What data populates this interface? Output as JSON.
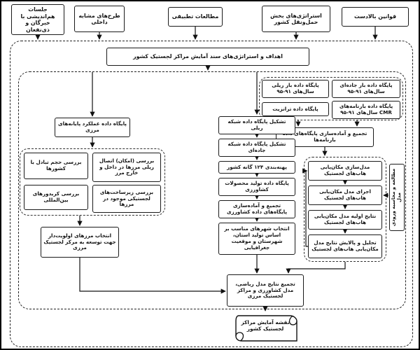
{
  "top_row": {
    "meetings": "جلسات هم‌اندیشی با خبرگان و ذی‌نفعان",
    "similar_projects": "طرح‌های مشابه داخلی",
    "comparative_studies": "مطالعات تطبیقی",
    "transport_strategies": "استراتژی‌های بخش حمل‌ونقل کشور",
    "upstream_laws": "قوانین بالادست"
  },
  "goals": "اهداف و استراتژی‌های سند آمایش مراکز لجستیک کشور",
  "freight": {
    "road_db": "پایگاه داده بار جاده‌ای سال‌های ۹۱-۹۵",
    "rail_db": "پایگاه داده بار ریلی سال‌های ۹۱-۹۵",
    "cmr_db": "پایگاه داده بارنامه‌های CMR سال‌های ۹۱-۹۵",
    "transit_db": "پایگاه داده ترانزیت",
    "aggregate": "تجمیع و آماده‌سازی پایگاه‌های داده بارنامه‌ها"
  },
  "network": {
    "rail_network": "تشکیل پایگاه داده شبکه ریلی",
    "road_network": "تشکیل پایگاه داده شبکه جاده‌ای",
    "zoning": "پهنه‌بندی ۱۲۴ گانه کشور",
    "agri_db": "پایگاه داده تولید محصولات کشاورزی",
    "agri_aggregate": "تجمیع و آماده‌سازی پایگاه‌های داده کشاورزی",
    "city_selection": "انتخاب شهرهای مناسب بر اساس تولید استان، شهرستان و موقعیت جغرافیایی"
  },
  "border": {
    "terminals_db": "پایگاه داده عملکرد پایانه‌های مرزی",
    "rail_connection": "بررسی (امکان) اتصال ریلی مرزها در داخل و خارج مرز",
    "exchange_volume": "بررسی حجم تبادل با کشورها",
    "infrastructure": "بررسی زیرساخت‌های لجستیکی موجود در مرزها",
    "corridors": "بررسی کریدورهای بین‌المللی",
    "selection": "انتخاب مرزهای اولویت‌دار جهت توسعه به مرکز لجستیک مرزی"
  },
  "model": {
    "modeling": "مدل‌سازی مکان‌یابی هاب‌های لجستیک",
    "run": "اجرای مدل مکان‌یابی هاب‌های لجستیک",
    "initial_results": "نتایج اولیه مدل مکان‌یابی هاب‌های لجستیک",
    "analysis": "تحلیل و پالایش نتایج مدل مکان‌یابی هاب‌های لجستیک",
    "input": "مطالعه و محاسبه ورودی مدل"
  },
  "output": {
    "aggregate_results": "تجمیع نتایج مدل ریاضی، مدل کشاورزی و مراکز لجستیک مرزی",
    "map": "نقشه آمایش مراکز لجستیک کشور"
  }
}
